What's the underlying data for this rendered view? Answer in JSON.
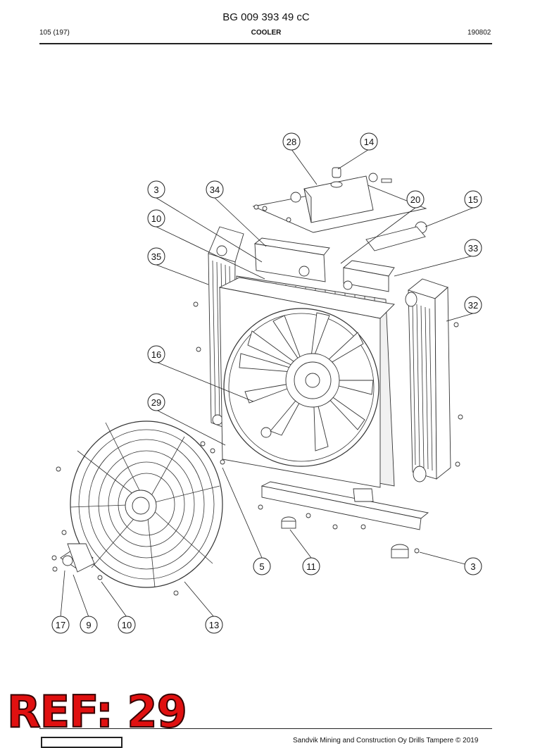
{
  "document": {
    "doc_number": "BG 009 393 49 cC",
    "page": "105 (197)",
    "section": "COOLER",
    "date_code": "190802"
  },
  "callouts": [
    {
      "id": "c-28",
      "label": "28"
    },
    {
      "id": "c-14",
      "label": "14"
    },
    {
      "id": "c-3-top",
      "label": "3"
    },
    {
      "id": "c-34",
      "label": "34"
    },
    {
      "id": "c-20",
      "label": "20"
    },
    {
      "id": "c-15",
      "label": "15"
    },
    {
      "id": "c-10-top",
      "label": "10"
    },
    {
      "id": "c-35",
      "label": "35"
    },
    {
      "id": "c-33",
      "label": "33"
    },
    {
      "id": "c-32",
      "label": "32"
    },
    {
      "id": "c-16",
      "label": "16"
    },
    {
      "id": "c-29",
      "label": "29"
    },
    {
      "id": "c-5",
      "label": "5"
    },
    {
      "id": "c-11",
      "label": "11"
    },
    {
      "id": "c-3-bottom",
      "label": "3"
    },
    {
      "id": "c-17",
      "label": "17"
    },
    {
      "id": "c-9",
      "label": "9"
    },
    {
      "id": "c-10-bottom",
      "label": "10"
    },
    {
      "id": "c-13",
      "label": "13"
    }
  ],
  "stamp": {
    "text": "REF: 29",
    "color": "#e01010"
  },
  "footer": {
    "text": "Sandvik Mining and Construction Oy Drills Tampere © 2019"
  }
}
